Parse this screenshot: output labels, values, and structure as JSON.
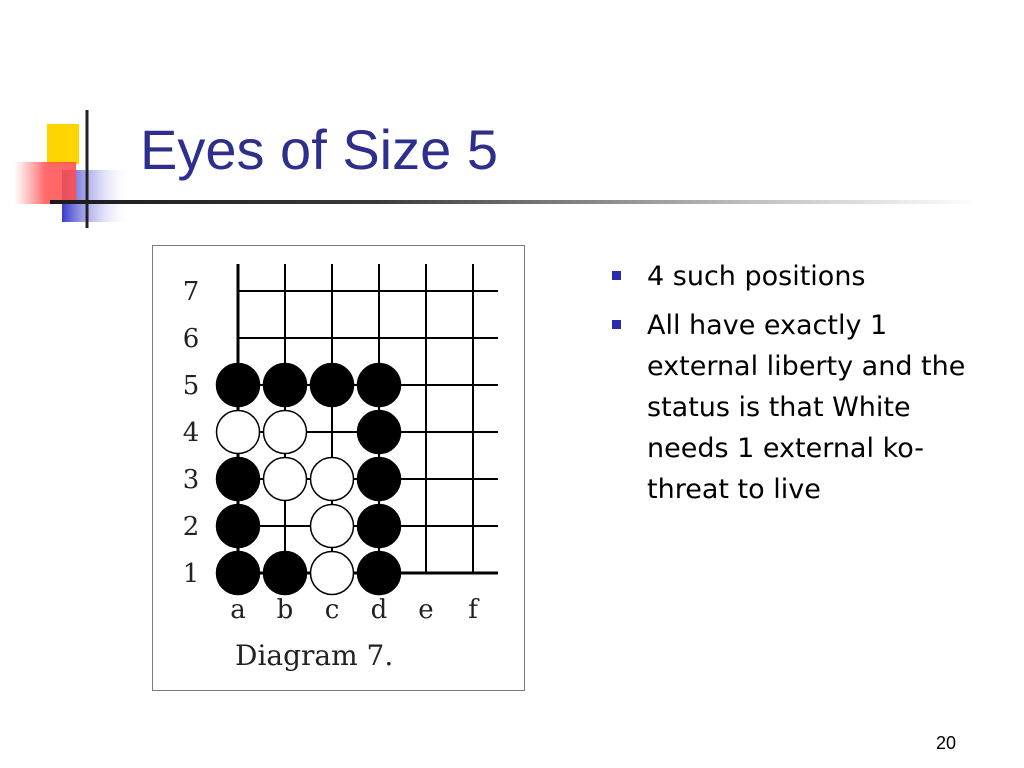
{
  "slide": {
    "title": "Eyes of Size 5",
    "page_number": "20",
    "bullets": [
      "4 such positions",
      "All have exactly 1 external liberty and the status is that White needs 1 external ko-threat to live"
    ]
  },
  "diagram": {
    "caption": "Diagram 7.",
    "columns": [
      "a",
      "b",
      "c",
      "d",
      "e",
      "f"
    ],
    "rows": [
      "1",
      "2",
      "3",
      "4",
      "5",
      "6",
      "7"
    ],
    "stones": [
      {
        "point": "a5",
        "color": "black"
      },
      {
        "point": "b5",
        "color": "black"
      },
      {
        "point": "c5",
        "color": "black"
      },
      {
        "point": "d5",
        "color": "black"
      },
      {
        "point": "a4",
        "color": "white"
      },
      {
        "point": "b4",
        "color": "white"
      },
      {
        "point": "d4",
        "color": "black"
      },
      {
        "point": "a3",
        "color": "black"
      },
      {
        "point": "b3",
        "color": "white"
      },
      {
        "point": "c3",
        "color": "white"
      },
      {
        "point": "d3",
        "color": "black"
      },
      {
        "point": "a2",
        "color": "black"
      },
      {
        "point": "c2",
        "color": "white"
      },
      {
        "point": "d2",
        "color": "black"
      },
      {
        "point": "a1",
        "color": "black"
      },
      {
        "point": "b1",
        "color": "black"
      },
      {
        "point": "c1",
        "color": "white"
      },
      {
        "point": "d1",
        "color": "black"
      }
    ]
  },
  "colors": {
    "title": "#2e2e8c",
    "bullet": "#2b2bb0",
    "black_stone": "#000000",
    "white_stone": "#ffffff"
  }
}
